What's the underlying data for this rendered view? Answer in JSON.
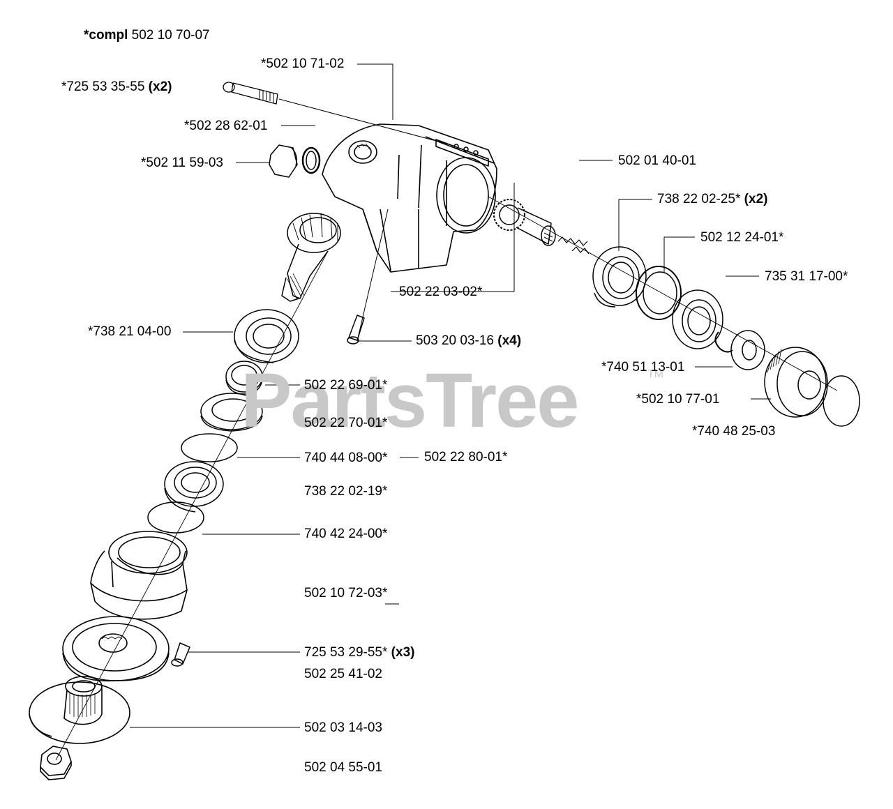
{
  "watermark": {
    "text": "PartsTree",
    "tm": "TM"
  },
  "callouts": [
    {
      "id": "compl",
      "prefix": "*compl",
      "code": " 502 10 70-07",
      "qty": ""
    },
    {
      "id": "c1",
      "prefix": "",
      "code": "*502 10 71-02",
      "qty": ""
    },
    {
      "id": "c2",
      "prefix": "",
      "code": "*725 53 35-55",
      "qty": " (x2)"
    },
    {
      "id": "c3",
      "prefix": "",
      "code": "*502 28 62-01",
      "qty": ""
    },
    {
      "id": "c4",
      "prefix": "",
      "code": "*502 11 59-03",
      "qty": ""
    },
    {
      "id": "c5",
      "prefix": "",
      "code": "502 01 40-01",
      "qty": ""
    },
    {
      "id": "c6",
      "prefix": "",
      "code": "738 22 02-25*",
      "qty": " (x2)"
    },
    {
      "id": "c7",
      "prefix": "",
      "code": "502 12 24-01*",
      "qty": ""
    },
    {
      "id": "c8",
      "prefix": "",
      "code": "735 31 17-00*",
      "qty": ""
    },
    {
      "id": "c9",
      "prefix": "",
      "code": "502 22 03-02*",
      "qty": ""
    },
    {
      "id": "c10",
      "prefix": "",
      "code": "*738 21 04-00",
      "qty": ""
    },
    {
      "id": "c11",
      "prefix": "",
      "code": "503 20 03-16",
      "qty": " (x4)"
    },
    {
      "id": "c12",
      "prefix": "",
      "code": "*740 51 13-01",
      "qty": ""
    },
    {
      "id": "c13",
      "prefix": "",
      "code": "502 22 69-01*",
      "qty": ""
    },
    {
      "id": "c14",
      "prefix": "",
      "code": "*502 10 77-01",
      "qty": ""
    },
    {
      "id": "c15",
      "prefix": "",
      "code": "502 22 70-01*",
      "qty": ""
    },
    {
      "id": "c16",
      "prefix": "",
      "code": "*740 48 25-03",
      "qty": ""
    },
    {
      "id": "c17",
      "prefix": "",
      "code": "740 44 08-00*",
      "qty": ""
    },
    {
      "id": "c18",
      "prefix": "",
      "code": "502 22 80-01*",
      "qty": ""
    },
    {
      "id": "c19",
      "prefix": "",
      "code": "738 22 02-19*",
      "qty": ""
    },
    {
      "id": "c20",
      "prefix": "",
      "code": "740 42 24-00*",
      "qty": ""
    },
    {
      "id": "c21",
      "prefix": "",
      "code": "502 10 72-03*",
      "qty": ""
    },
    {
      "id": "c22",
      "prefix": "",
      "code": "725 53 29-55*",
      "qty": " (x3)"
    },
    {
      "id": "c23",
      "prefix": "",
      "code": "502 25 41-02",
      "qty": ""
    },
    {
      "id": "c24",
      "prefix": "",
      "code": "502 03 14-03",
      "qty": ""
    },
    {
      "id": "c25",
      "prefix": "",
      "code": "502 04 55-01",
      "qty": ""
    }
  ]
}
